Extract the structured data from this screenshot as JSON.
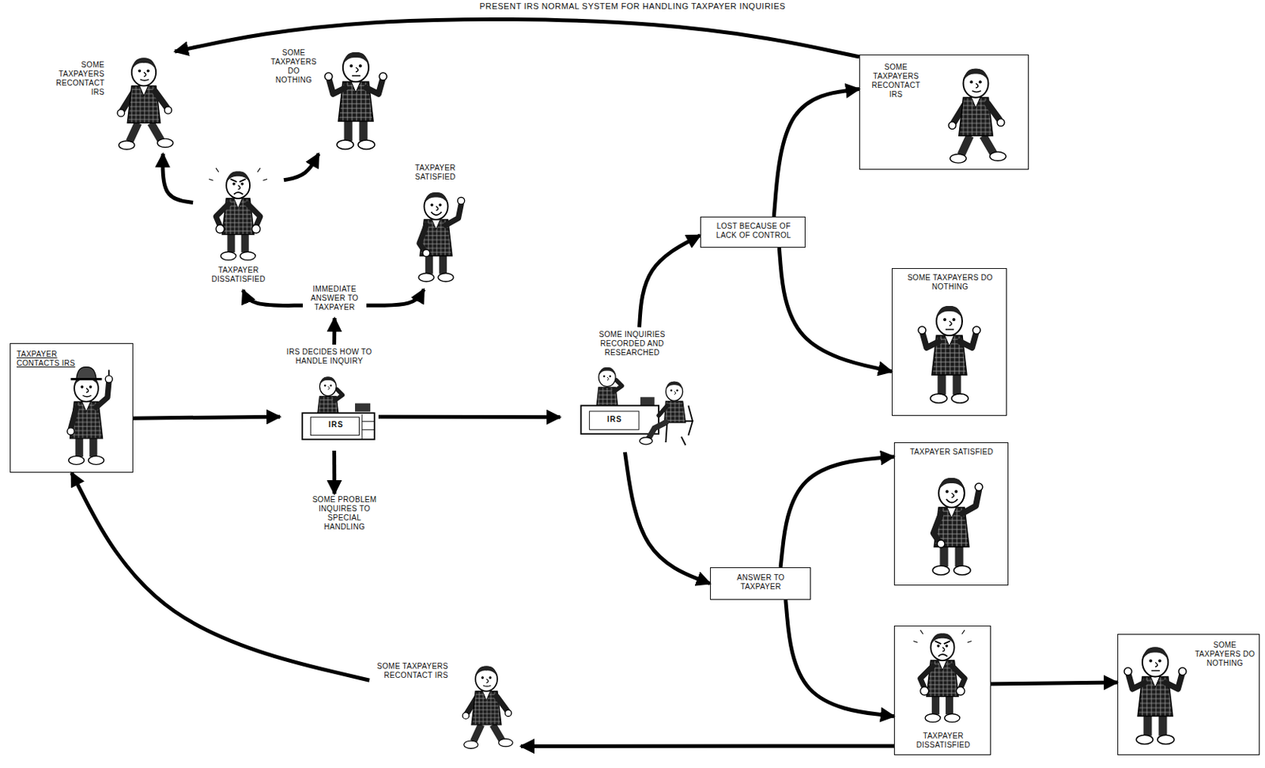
{
  "diagram": {
    "title": "PRESENT IRS NORMAL SYSTEM FOR HANDLING TAXPAYER INQUIRIES",
    "nodes": [
      {
        "text": [
          "SOME TAXPAYERS RECONTACT IRS"
        ]
      },
      {
        "text": [
          "SOME TAXPAYERS DO NOTHING"
        ]
      },
      {
        "text": [
          "TAXPAYER SATISFIED"
        ]
      },
      {
        "text": [
          "TAXPAYER DISSATISFIED"
        ]
      },
      {
        "text": [
          "IMMEDIATE ANSWER TO TAXPAYER"
        ]
      },
      {
        "text": [
          "TAXPAYER CONTACTS IRS"
        ]
      },
      {
        "text": [
          "IRS DECIDES HOW TO HANDLE INQUIRY"
        ]
      },
      {
        "text": [
          "SOME PROBLEM INQUIRES TO SPECIAL HANDLING"
        ]
      },
      {
        "text": [
          "SOME INQUIRIES RECORDED AND RESEARCHED"
        ]
      },
      {
        "text": [
          "LOST BECAUSE OF LACK OF CONTROL"
        ]
      },
      {
        "text": [
          "ANSWER TO TAXPAYER"
        ]
      },
      {
        "text": [
          "SOME TAXPAYERS RECONTACT IRS"
        ]
      },
      {
        "text": [
          "SOME TAXPAYERS DO NOTHING"
        ]
      },
      {
        "text": [
          "TAXPAYER SATISFIED"
        ]
      },
      {
        "text": [
          "TAXPAYER DISSATISFIED"
        ]
      },
      {
        "text": [
          "SOME TAXPAYERS DO NOTHING"
        ]
      },
      {
        "text": [
          "SOME TAXPAYERS RECONTACT IRS"
        ]
      }
    ],
    "edges": [
      {
        "from": 5,
        "to": 6,
        "arrow": "to"
      },
      {
        "from": 6,
        "to": 4,
        "arrow": "to"
      },
      {
        "from": 4,
        "to": 3,
        "arrow": "to"
      },
      {
        "from": 4,
        "to": 2,
        "arrow": "to"
      },
      {
        "from": 3,
        "to": 0,
        "arrow": "to"
      },
      {
        "from": 3,
        "to": 1,
        "arrow": "to"
      },
      {
        "from": 6,
        "to": 7,
        "arrow": "to"
      },
      {
        "from": 6,
        "to": 8,
        "arrow": "to"
      },
      {
        "from": 8,
        "to": 9,
        "arrow": "to"
      },
      {
        "from": 8,
        "to": 10,
        "arrow": "to"
      },
      {
        "from": 9,
        "to": 11,
        "arrow": "to"
      },
      {
        "from": 9,
        "to": 12,
        "arrow": "to"
      },
      {
        "from": 10,
        "to": 13,
        "arrow": "to"
      },
      {
        "from": 10,
        "to": 14,
        "arrow": "to"
      },
      {
        "from": 14,
        "to": 15,
        "arrow": "to"
      },
      {
        "from": 14,
        "to": 16,
        "arrow": "to"
      },
      {
        "from": 16,
        "to": 5,
        "arrow": "to"
      },
      {
        "from": 11,
        "to": 0,
        "arrow": "to"
      }
    ],
    "labels": [
      "IRS",
      "IRS"
    ]
  }
}
